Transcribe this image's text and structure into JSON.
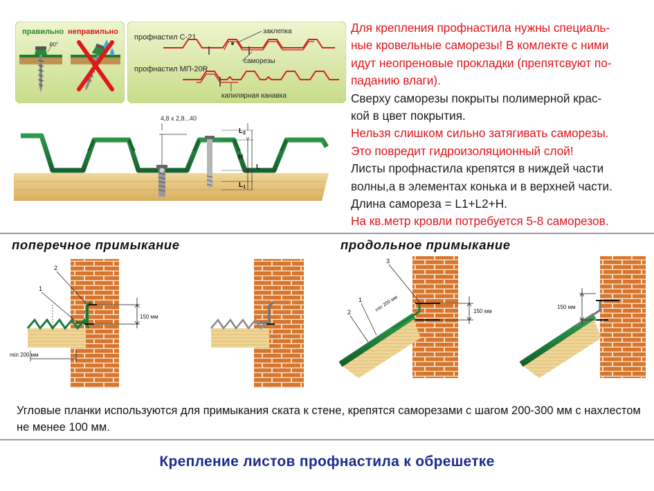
{
  "panel1": {
    "correct": "правильно",
    "incorrect": "неправильно",
    "angle": "90°"
  },
  "panel2": {
    "profile_c21": "профнастил С-21",
    "rivet": "заклепка",
    "screws": "саморезы",
    "profile_mp20r": "профнастил МП-20R",
    "capillary": "капилярная канавка"
  },
  "instructions": [
    {
      "text": "Для крепления профнастила нужны специаль-",
      "color": "red"
    },
    {
      "text": "ные кровельные саморезы! В комлекте с ними",
      "color": "red"
    },
    {
      "text": "идут неопреновые прокладки (препятсвуют по-",
      "color": "red"
    },
    {
      "text": "паданию влаги).",
      "color": "red"
    },
    {
      "text": "Сверху саморезы покрыты полимерной крас-",
      "color": "black"
    },
    {
      "text": "кой в цвет покрытия.",
      "color": "black"
    },
    {
      "text": "Нельзя слишком сильно затягивать саморезы.",
      "color": "red"
    },
    {
      "text": "Это повредит гидроизоляционный слой!",
      "color": "red"
    },
    {
      "text": "Листы профнастила крепятся в ниждей части",
      "color": "black"
    },
    {
      "text": "волны,а в элементах конька и в верхней части.",
      "color": "black"
    },
    {
      "text": "Длина самореза = L1+L2+H.",
      "color": "black"
    },
    {
      "text": "На кв.метр кровли потребуется 5-8 саморезов.",
      "color": "red"
    }
  ],
  "profile_dims": {
    "size": "4,8 х 2,8...40",
    "l2": "L",
    "l2_sub": "2",
    "h": "H",
    "l": "L",
    "l1": "L",
    "l1_sub": "1"
  },
  "sections": {
    "transverse": "поперечное примыкание",
    "longitudinal": "продольное примыкание"
  },
  "transverse": {
    "label1": "1",
    "label2": "2",
    "dim150": "150 мм",
    "min200": "min 200 мм"
  },
  "longitudinal": {
    "label1": "1",
    "label2": "2",
    "label3": "3",
    "dim150a": "150 мм",
    "dim150b": "150 мм",
    "min200": "min 200 мм"
  },
  "note": "Угловые планки используются для примыкания ската к стене, крепятся саморезами с шагом 200-300 мм с нахлестом не менее 100 мм.",
  "footer": "Крепление листов профнастила к обрешетке",
  "colors": {
    "red_text": "#e0141a",
    "footer_blue": "#1c2a8c",
    "panel_bg": "#d6e6a2",
    "green_sheet": "#1f7a3a",
    "brick": "#d8742c",
    "wood": "#e8c77a"
  }
}
